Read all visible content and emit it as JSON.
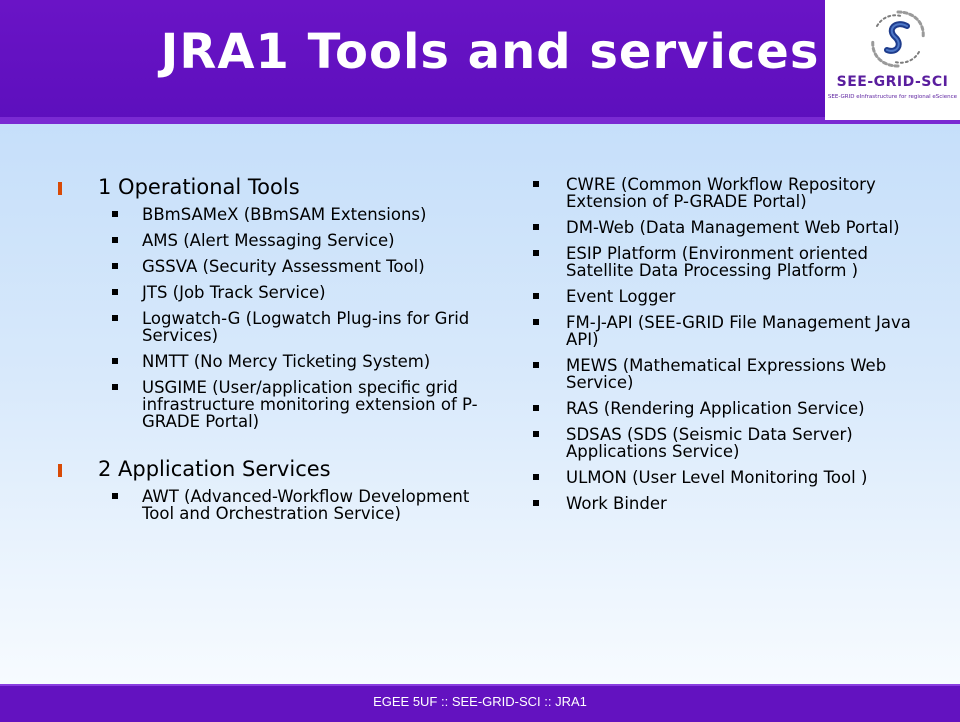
{
  "header": {
    "title": "JRA1 Tools and services",
    "logo": {
      "name": "SEE-GRID-SCI",
      "subtitle": "SEE-GRID eInfrastructure for regional eScience"
    }
  },
  "left_column": {
    "sections": [
      {
        "heading": "1 Operational Tools",
        "items": [
          "BBmSAMeX (BBmSAM Extensions)",
          "AMS (Alert Messaging Service)",
          "GSSVA (Security Assessment Tool)",
          "JTS (Job Track Service)",
          "Logwatch-G (Logwatch Plug-ins for Grid Services)",
          "NMTT (No Mercy Ticketing System)",
          "USGIME (User/application specific grid infrastructure monitoring extension of P-GRADE Portal)"
        ]
      },
      {
        "heading": "2 Application Services",
        "items": [
          "AWT (Advanced-Workflow Development Tool and Orchestration Service)"
        ]
      }
    ]
  },
  "right_column": {
    "items": [
      "CWRE (Common Workflow Repository Extension of P-GRADE Portal)",
      "DM-Web (Data Management Web Portal)",
      "ESIP Platform (Environment oriented Satellite Data Processing Platform )",
      "Event Logger",
      "FM-J-API (SEE-GRID File Management Java API)",
      "MEWS (Mathematical Expressions Web Service)",
      "RAS (Rendering Application Service)",
      "SDSAS (SDS (Seismic Data Server) Applications Service)",
      "ULMON (User Level Monitoring Tool )",
      "Work Binder"
    ]
  },
  "footer": {
    "text": "EGEE 5UF :: SEE-GRID-SCI :: JRA1"
  },
  "colors": {
    "header": "#6a14c6",
    "footer": "#6312c0",
    "section_bullet": "#d84a06",
    "logo_text": "#5a1e9e",
    "body_top": "#c6dffa"
  }
}
